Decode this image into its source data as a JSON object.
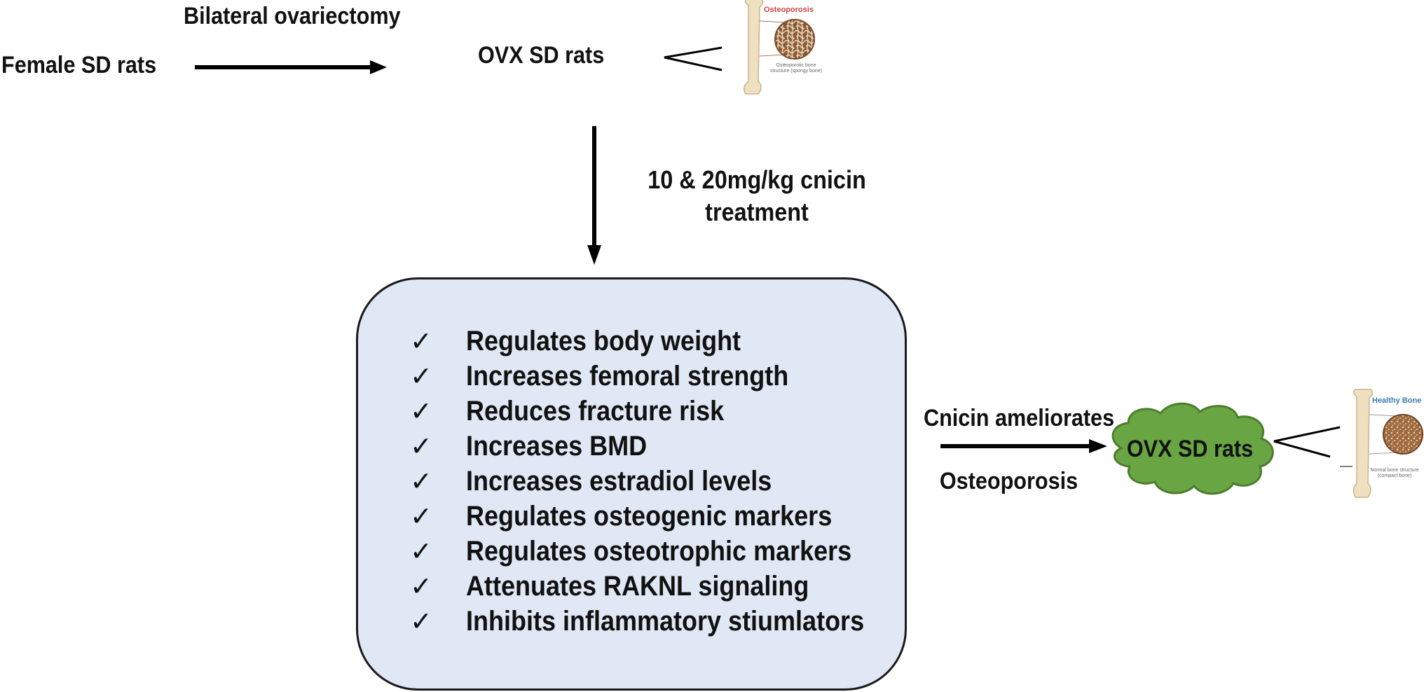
{
  "top": {
    "process_label": "Bilateral ovariectomy",
    "start": "Female SD rats",
    "ovx": "OVX SD rats"
  },
  "osteo_image": {
    "title": "Osteoporosis",
    "caption": "Osteoporotic bone structure (spongy bone)"
  },
  "treatment": {
    "line1": "10 & 20mg/kg cnicin",
    "line2": "treatment"
  },
  "effects": [
    "Regulates body weight",
    "Increases femoral strength",
    "Reduces fracture risk",
    "Increases BMD",
    "Increases estradiol levels",
    "Regulates osteogenic markers",
    "Regulates osteotrophic markers",
    "Attenuates RAKNL signaling",
    "Inhibits inflammatory stiumlators"
  ],
  "check_mark": "✓",
  "outcome": {
    "line1": "Cnicin ameliorates",
    "line2": "Osteoporosis",
    "cloud_label": "OVX SD rats"
  },
  "healthy_image": {
    "title": "Healthy Bone",
    "caption": "Normal bone structure (compact bone)"
  },
  "colors": {
    "box_fill": "#dfe8f4",
    "cloud_fill": "#6aa544",
    "osteo_title": "#c44444",
    "healthy_title": "#3b7bb0"
  }
}
